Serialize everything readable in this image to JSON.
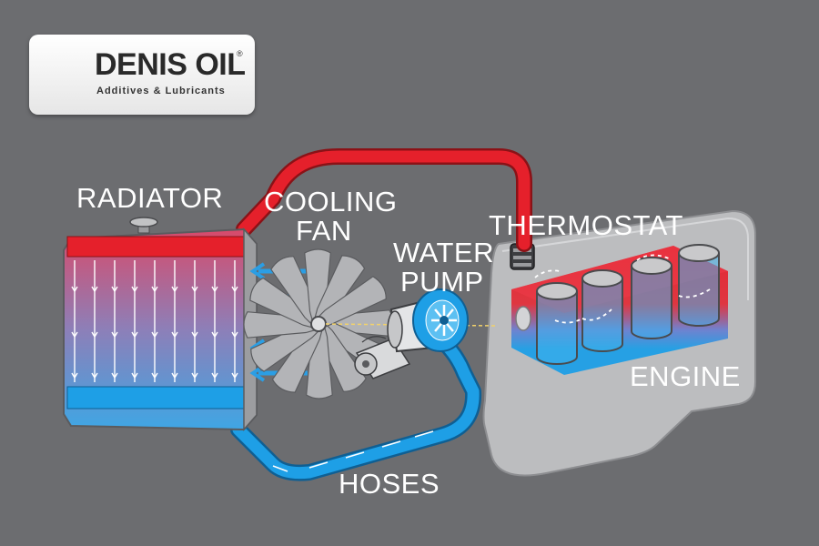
{
  "logo": {
    "name": "DENIS OIL",
    "registered_mark": "®",
    "tagline": "Additives & Lubricants",
    "brand_color": "#d8342a"
  },
  "labels": {
    "radiator": "RADIATOR",
    "cooling_fan": [
      "COOLING",
      "FAN"
    ],
    "water_pump": [
      "WATER",
      "PUMP"
    ],
    "thermostat": "THERMOSTAT",
    "engine": "ENGINE",
    "hoses": "HOSES"
  },
  "colors": {
    "background": "#6c6d70",
    "hot_coolant": "#e5202b",
    "cold_coolant": "#1e9fe6",
    "airflow_arrow": "#2b9ee4",
    "engine_block": "#bcbdbf",
    "text": "#ffffff"
  },
  "icons": [
    "logo-mark-icon",
    "radiator-cap-icon",
    "fan-blades-icon",
    "pump-impeller-icon",
    "flow-arrow-icon",
    "airflow-arrow-icon"
  ]
}
